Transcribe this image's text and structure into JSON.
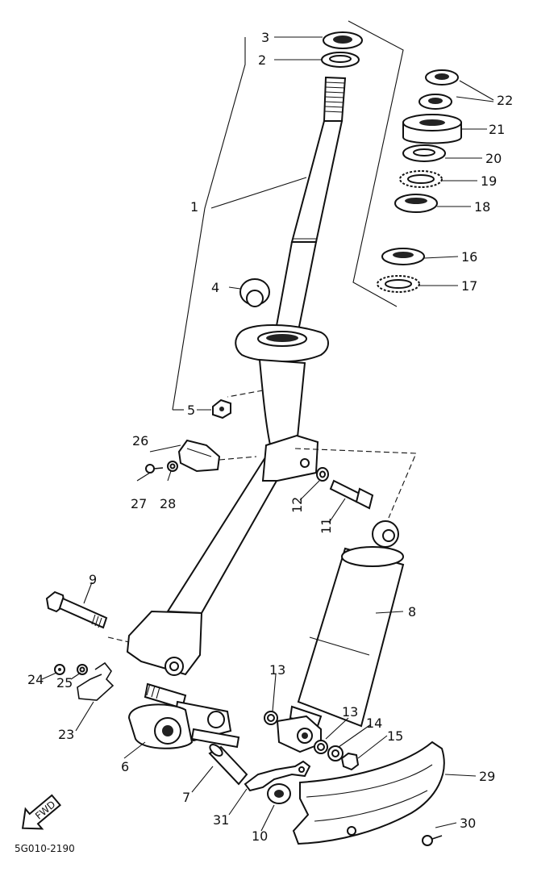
{
  "callouts": [
    "1",
    "2",
    "3",
    "4",
    "5",
    "6",
    "7",
    "8",
    "9",
    "10",
    "11",
    "12",
    "13",
    "13",
    "14",
    "15",
    "16",
    "17",
    "18",
    "19",
    "20",
    "21",
    "22",
    "23",
    "24",
    "25",
    "26",
    "27",
    "28",
    "29",
    "30",
    "31"
  ],
  "fwd_label": "FWD",
  "diagram_code": "5G010-2190",
  "colors": {
    "line": "#111111",
    "background": "#ffffff"
  }
}
